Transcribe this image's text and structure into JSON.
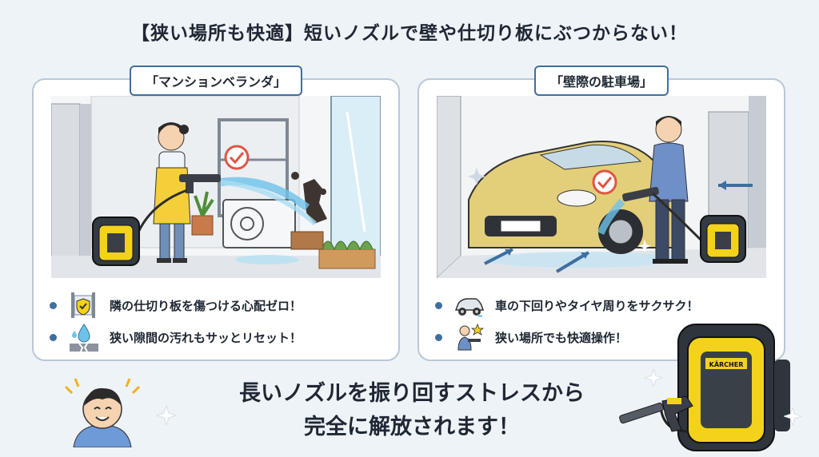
{
  "title": "【狭い場所も快適】短いノズルで壁や仕切り板にぶつからない！",
  "left_panel": {
    "label": "「マンションベランダ」",
    "features": [
      {
        "icon": "partition-shield-icon",
        "text": "隣の仕切り板を傷つける心配ゼロ！"
      },
      {
        "icon": "water-drop-crack-icon",
        "text": "狭い隙間の汚れもサッとリセット！"
      }
    ]
  },
  "right_panel": {
    "label": "「壁際の駐車場」",
    "features": [
      {
        "icon": "car-side-icon",
        "text": "車の下回りやタイヤ周りをサクサク！"
      },
      {
        "icon": "worker-star-icon",
        "text": "狭い場所でも快適操作！"
      }
    ]
  },
  "bottom_message": {
    "line1": "長いノズルを振り回すストレスから",
    "line2": "完全に解放されます！"
  },
  "brand_label": "KÄRCHER",
  "colors": {
    "accent": "#3f6ea0",
    "yellow": "#f2d21b",
    "car": "#e3cf7a",
    "check": "#e05545"
  }
}
